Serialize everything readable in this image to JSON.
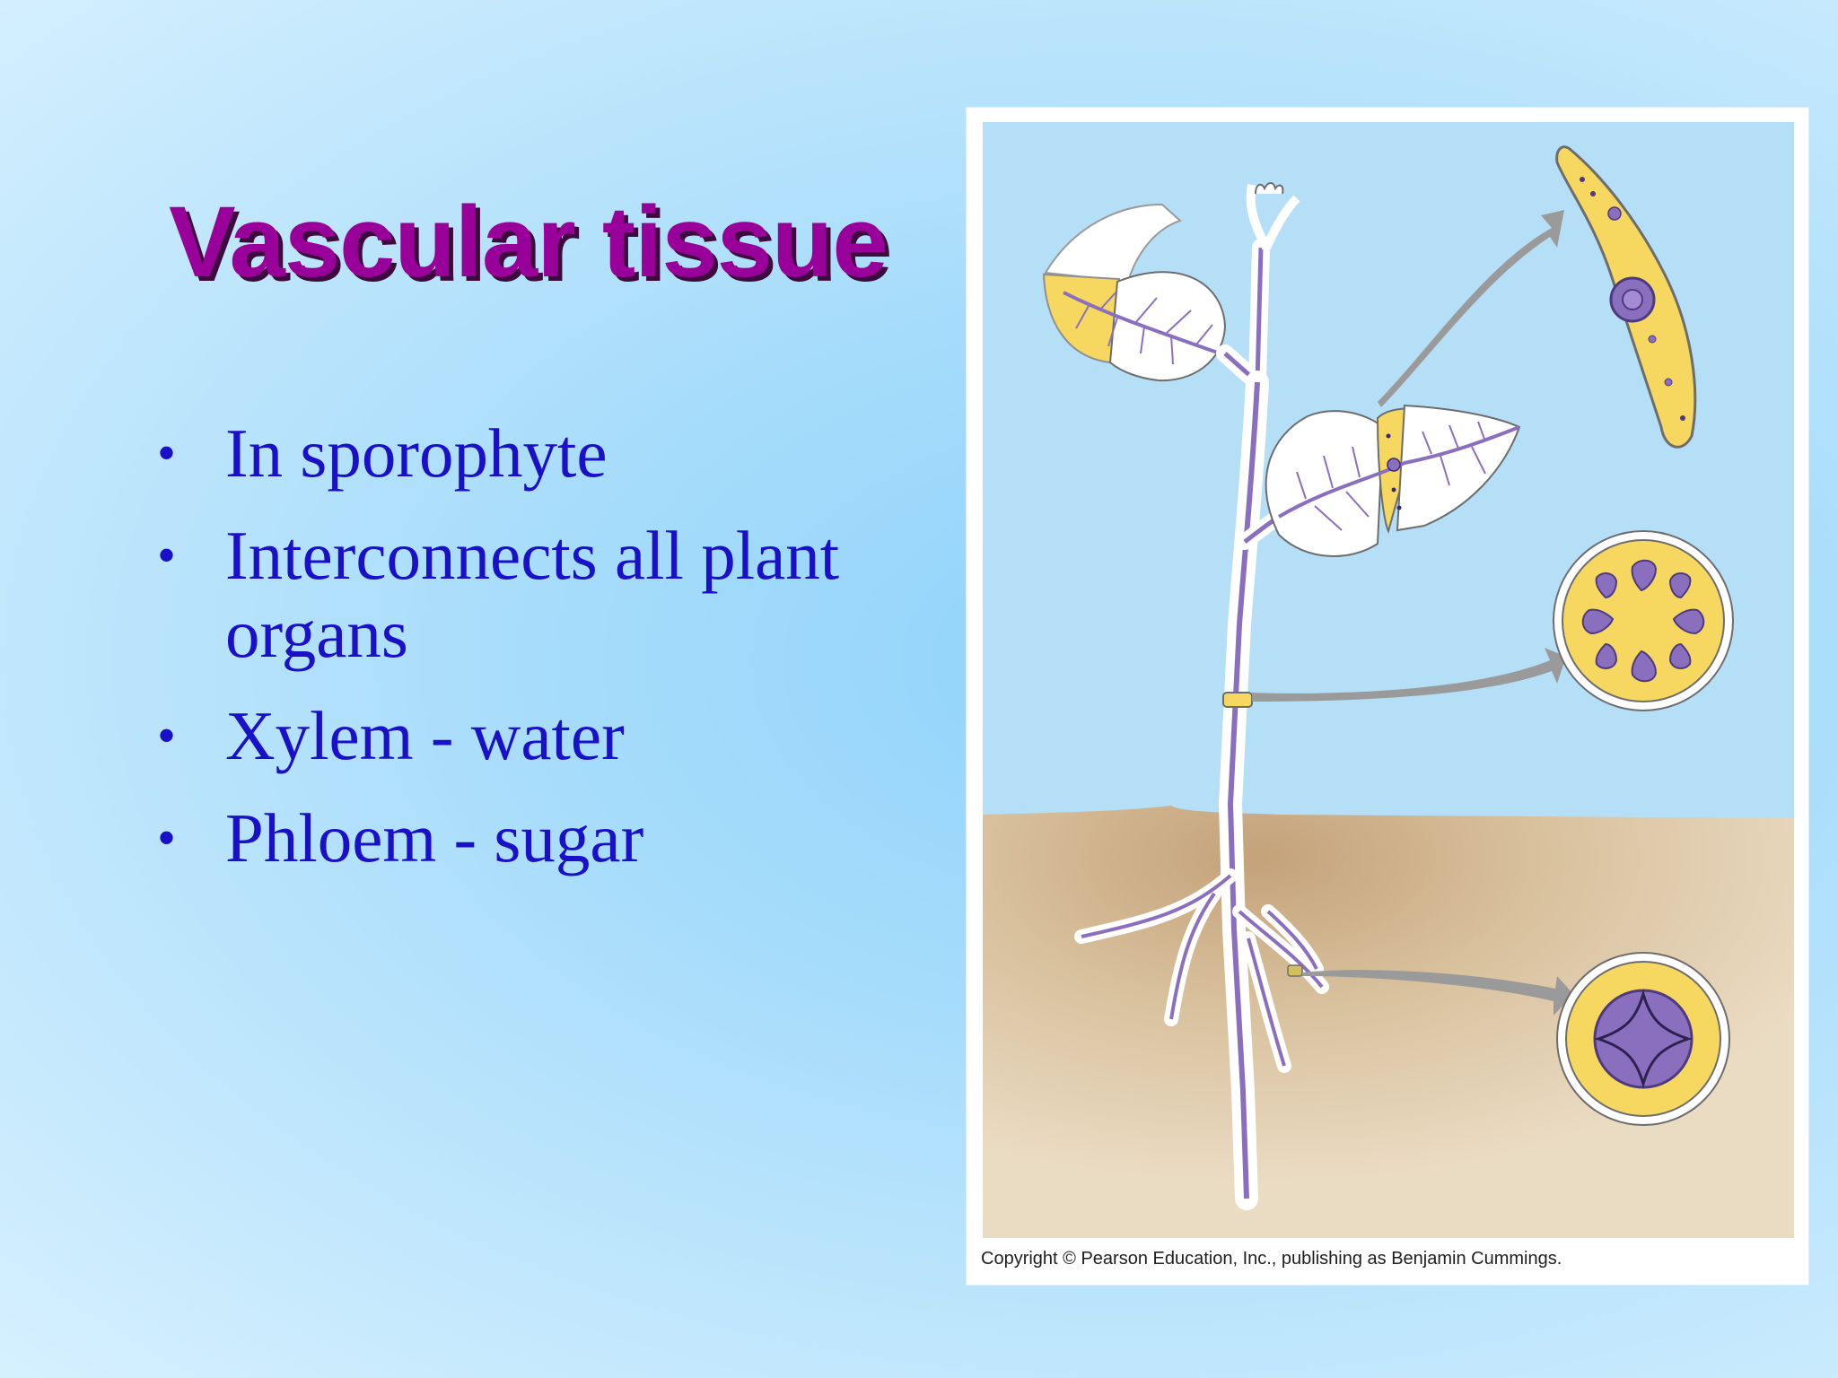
{
  "slide": {
    "title": "Vascular tissue",
    "bullets": [
      {
        "text": "In sporophyte"
      },
      {
        "text": "Interconnects all plant organs"
      },
      {
        "text": "Xylem - water"
      },
      {
        "text": "Phloem - sugar"
      }
    ],
    "bullet_glyph": "•"
  },
  "figure": {
    "copyright": "Copyright © Pearson Education, Inc., publishing as Benjamin Cummings.",
    "colors": {
      "sky": "#b5dff7",
      "soil": "#dcc9a6",
      "vascular": "#8b6fbf",
      "tissue_yellow": "#f9dd60",
      "arrow": "#9a9a9a",
      "title": "#990099",
      "text": "#1a10c7"
    }
  }
}
